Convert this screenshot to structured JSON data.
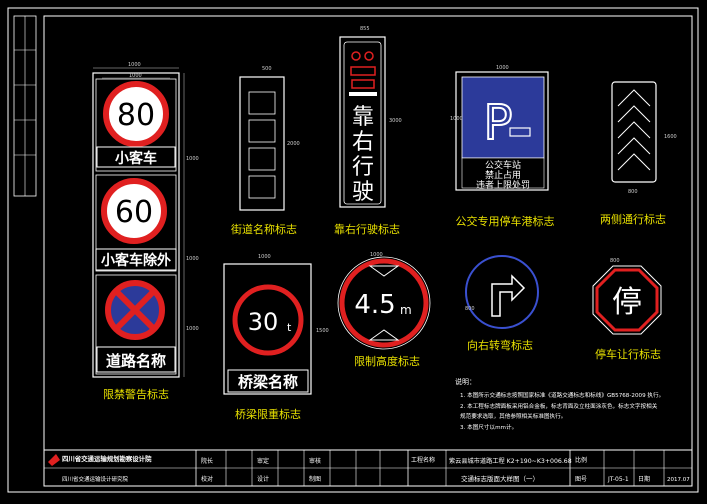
{
  "signs": {
    "speed": {
      "v80": "80",
      "label80": "小客车",
      "v60": "60",
      "label60": "小客车除外",
      "road_name": "道路名称",
      "caption": "限禁警告标志"
    },
    "street": {
      "caption": "街道名称标志"
    },
    "keep_right": {
      "text": [
        "靠",
        "右",
        "行",
        "驶"
      ],
      "caption": "靠右行驶标志"
    },
    "bus": {
      "letter": "P",
      "lines": [
        "公交车站",
        "禁止占用",
        "违者上限处罚"
      ],
      "caption": "公交专用停车港标志"
    },
    "chevron": {
      "caption": "两侧通行标志"
    },
    "weight": {
      "value": "30",
      "unit": "t",
      "bridge_name": "桥梁名称",
      "caption": "桥梁限重标志"
    },
    "height": {
      "value": "4.5",
      "unit": "m",
      "caption": "限制高度标志"
    },
    "turn": {
      "caption": "向右转弯标志"
    },
    "stop": {
      "text": "停",
      "caption": "停车让行标志"
    }
  },
  "notes": {
    "title": "说明：",
    "lines": [
      "1. 本图所示交通标志按照国家标准《道路交通标志和标线》GB5768-2009 执行。",
      "2. 本工程标志牌面板采用铝合金板，标志背面及立柱面涂灰色，标志文字按相关",
      "   规范要求选取，其他参照相关标准图执行。",
      "3. 本图尺寸以mm计。"
    ]
  },
  "title_block": {
    "company": "四川省交通运输规划勘察设计院",
    "company_sub": "四川省交通运输设计研究院",
    "project_label": "工程名称",
    "project": "紫云县城市道路工程 K2+190~K3+006.68",
    "drawing_title": "交通标志版面大样图（一）",
    "drawing_no_label": "图号",
    "drawing_no": "JT-05-1",
    "scale_label": "比例",
    "date_label": "日期",
    "date": "2017.07",
    "roles": [
      "院长",
      "审定",
      "审核",
      "校对",
      "设计",
      "制图"
    ]
  },
  "colors": {
    "line": "#ffffff",
    "red": "#e02020",
    "blue": "#2c3a9a",
    "caption": "#e8e000"
  }
}
